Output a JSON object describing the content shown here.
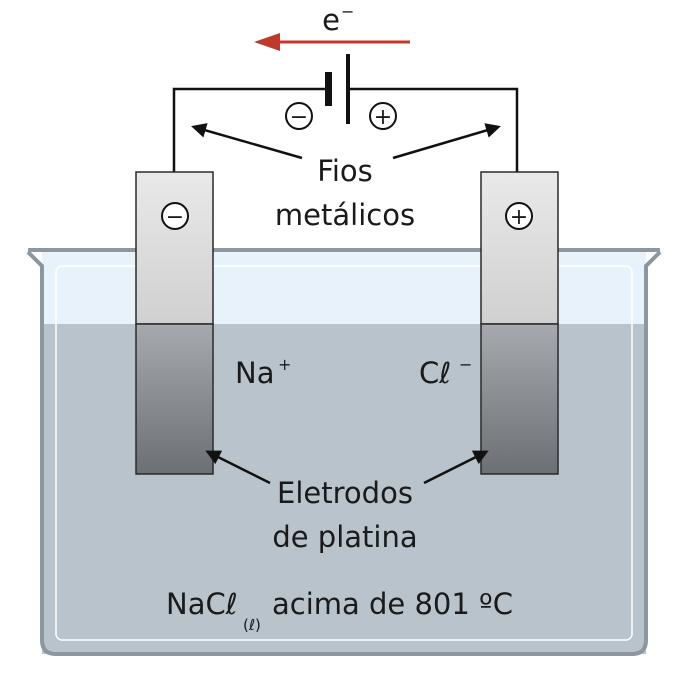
{
  "electron": {
    "label": "e",
    "superscript": "−"
  },
  "battery": {
    "negative_sign": "−",
    "positive_sign": "+"
  },
  "wires_label": {
    "line1": "Fios",
    "line2": "metálicos"
  },
  "electrodes": {
    "left": {
      "sign": "−"
    },
    "right": {
      "sign": "+"
    }
  },
  "ions": {
    "cation": {
      "base": "Na",
      "charge": "+"
    },
    "anion": {
      "base": "Cℓ",
      "charge": "−"
    }
  },
  "electrodes_label": {
    "line1": "Eletrodos",
    "line2": "de platina"
  },
  "melt_label": {
    "formula": "NaCℓ",
    "state": "(ℓ)",
    "rest": " acima de 801 ºC"
  },
  "colors": {
    "arrow_red": "#c0392b",
    "liquid": "#b8c3cb",
    "beaker_top": "#e8f2fb",
    "electrode_light": "#ececec",
    "electrode_dark": "#7b7f83"
  }
}
